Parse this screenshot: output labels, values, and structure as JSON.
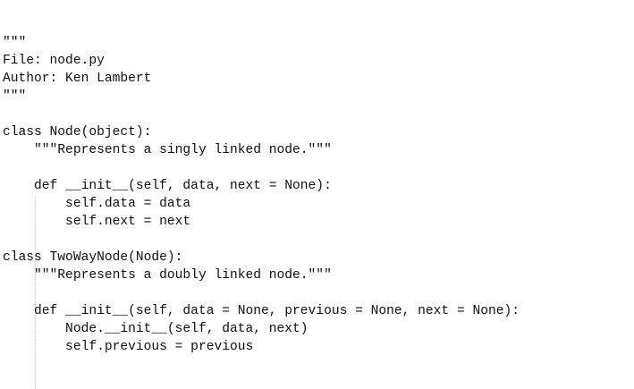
{
  "editor": {
    "background_color": "#ffffff",
    "text_color": "#101010",
    "indent_guide_color": "#c8c8c8",
    "language": "python"
  },
  "code": {
    "lines": [
      "\"\"\"",
      "File: node.py",
      "Author: Ken Lambert",
      "\"\"\"",
      "",
      "class Node(object):",
      "    \"\"\"Represents a singly linked node.\"\"\"",
      "",
      "    def __init__(self, data, next = None):",
      "        self.data = data",
      "        self.next = next",
      "",
      "class TwoWayNode(Node):",
      "    \"\"\"Represents a doubly linked node.\"\"\"",
      "",
      "    def __init__(self, data = None, previous = None, next = None):",
      "        Node.__init__(self, data, next)",
      "        self.previous = previous"
    ]
  }
}
